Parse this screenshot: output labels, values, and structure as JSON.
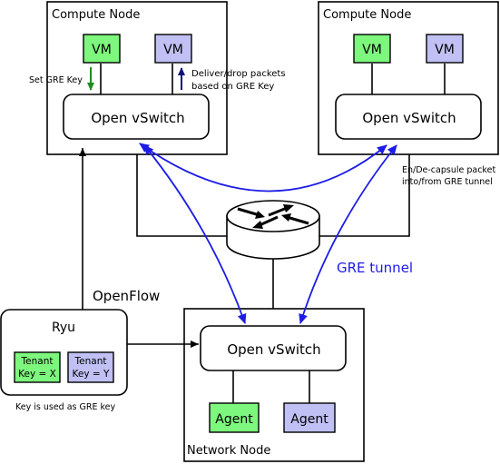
{
  "compute_node_left": {
    "title": "Compute Node",
    "vm_green": "VM",
    "vm_purple": "VM",
    "ovs": "Open vSwitch"
  },
  "compute_node_right": {
    "title": "Compute Node",
    "vm_green": "VM",
    "vm_purple": "VM",
    "ovs": "Open vSwitch"
  },
  "network_node": {
    "title": "Network Node",
    "ovs": "Open vSwitch",
    "agent_green": "Agent",
    "agent_purple": "Agent"
  },
  "ryu": {
    "title": "Ryu",
    "tenant_x": [
      "Tenant",
      "Key = X"
    ],
    "tenant_y": [
      "Tenant",
      "Key = Y"
    ],
    "note": "Key is used as GRE key"
  },
  "labels": {
    "set_gre_key": "Set GRE Key",
    "deliver_line1": "Deliver/drop packets",
    "deliver_line2": "based on GRE Key",
    "encap_line1": "En/De-capsule packet",
    "encap_line2": "into/from GRE tunnel",
    "gre_tunnel": "GRE tunnel",
    "openflow": "OpenFlow"
  },
  "colors": {
    "green": "#7df77d",
    "purple": "#c0c0f4",
    "blue": "#1c1ce6",
    "green_arrow": "#1e8c1e",
    "navy_arrow": "#10107a"
  }
}
